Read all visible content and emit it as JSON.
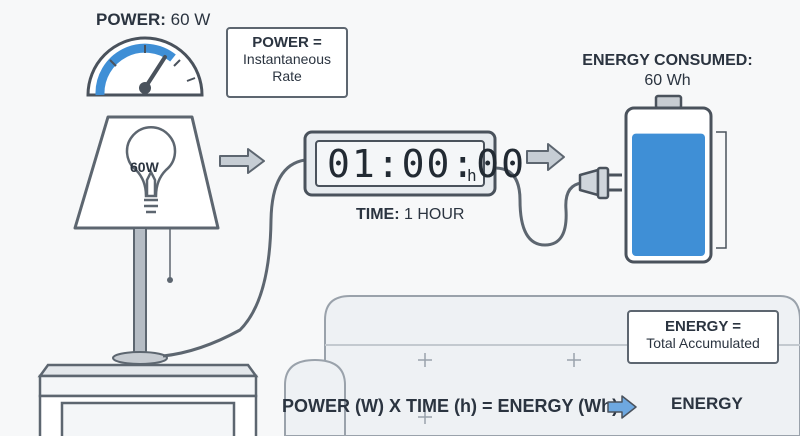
{
  "power_label": {
    "key": "POWER:",
    "value": " 60 W"
  },
  "power_box": {
    "title": "POWER =",
    "line1": "Instantaneous",
    "line2": "Rate"
  },
  "bulb_label": "60W",
  "timer": {
    "digits": "01:00:00",
    "unit": "h"
  },
  "time_label": {
    "key": "TIME:",
    "value": " 1 HOUR"
  },
  "energy_consumed": {
    "title": "ENERGY CONSUMED:",
    "value": "60 Wh"
  },
  "energy_box": {
    "title": "ENERGY =",
    "line1": "Total Accumulated"
  },
  "formula": "POWER (W) X TIME (h) = ENERGY (Wh)",
  "energy_result": "ENERGY",
  "gauge_level": 0.75,
  "battery_level": 0.85,
  "colors": {
    "accent": "#3f8fd6",
    "stroke": "#5d6670",
    "fill": "#eef1f4"
  }
}
